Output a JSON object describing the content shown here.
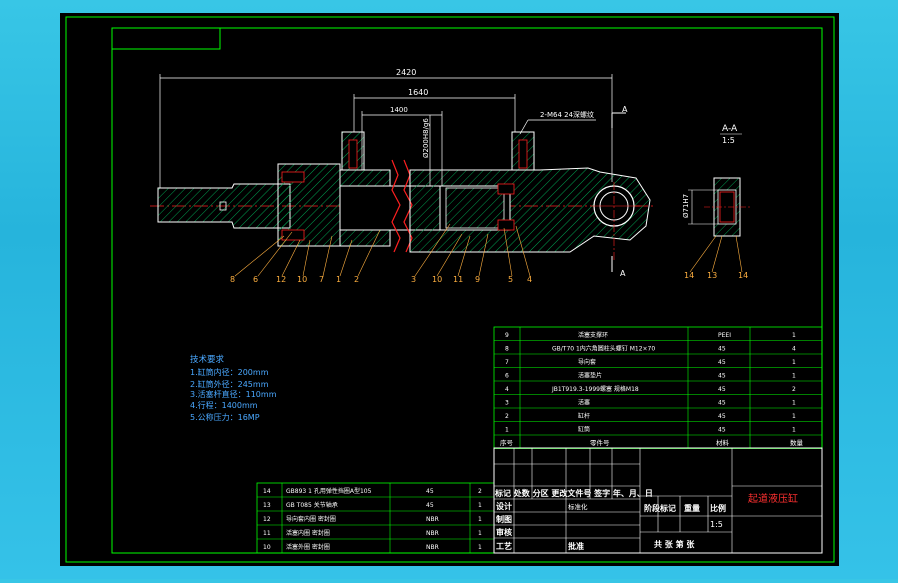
{
  "drawing": {
    "title": "起道液压缸",
    "scale": "1:5",
    "section_label": "A-A",
    "section_scale": "1:5",
    "view_mark": "A",
    "dimensions": {
      "overall": "2420",
      "middle": "1640",
      "inner": "1400",
      "bore": "Ø200H8/g6",
      "thread": "2-M64 24深螺纹",
      "pin_hole": "Ø71H7"
    },
    "balloons_main": [
      "8",
      "6",
      "12",
      "10",
      "7",
      "1",
      "2",
      "3",
      "10",
      "11",
      "9",
      "5",
      "4"
    ],
    "balloons_section": [
      "14",
      "13",
      "14"
    ]
  },
  "tech_requirements": {
    "title": "技术要求",
    "items": [
      "1.缸筒内径：200mm",
      "2.缸筒外径：245mm",
      "3.活塞杆直径：110mm",
      "4.行程：1400mm",
      "5.公称压力：16MP"
    ]
  },
  "bom_upper": {
    "rows": [
      {
        "no": "9",
        "name": "活塞支撑环",
        "spec": "",
        "material": "PEEI",
        "qty": "1"
      },
      {
        "no": "8",
        "name": "GB/T70 1内六角圆柱头螺钉 M12×70",
        "spec": "",
        "material": "45",
        "qty": "4"
      },
      {
        "no": "7",
        "name": "导向套",
        "spec": "",
        "material": "45",
        "qty": "1"
      },
      {
        "no": "6",
        "name": "活塞垫片",
        "spec": "",
        "material": "45",
        "qty": "1"
      },
      {
        "no": "4",
        "name": "JB1T919.3-1999螺塞 规格M18",
        "spec": "",
        "material": "45",
        "qty": "2"
      },
      {
        "no": "3",
        "name": "活塞",
        "spec": "",
        "material": "45",
        "qty": "1"
      },
      {
        "no": "2",
        "name": "缸杆",
        "spec": "",
        "material": "45",
        "qty": "1"
      },
      {
        "no": "1",
        "name": "缸筒",
        "spec": "",
        "material": "45",
        "qty": "1"
      }
    ],
    "header": {
      "no": "序号",
      "name": "零件号",
      "material": "材料",
      "qty": "数量"
    }
  },
  "bom_lower": {
    "rows": [
      {
        "no": "14",
        "name": "GB893 1 孔用弹性挡圈A型105",
        "material": "45",
        "qty": "2"
      },
      {
        "no": "13",
        "name": "GB T085 关节轴承",
        "material": "45",
        "qty": "1"
      },
      {
        "no": "12",
        "name": "导向套内圈 密封圈",
        "material": "NBR",
        "qty": "1"
      },
      {
        "no": "11",
        "name": "活塞内圈 密封圈",
        "material": "NBR",
        "qty": "1"
      },
      {
        "no": "10",
        "name": "活塞外圈 密封圈",
        "material": "NBR",
        "qty": "1"
      }
    ]
  },
  "title_block": {
    "row1": "标记 处数 分区 更改文件号 签字 年、月、日",
    "design": "设计",
    "design_val": "标准化",
    "draw": "制图",
    "check": "审核",
    "process": "工艺",
    "approve": "批准",
    "stage": "阶段标记",
    "weight": "重量",
    "ratio": "比例",
    "ratio_val": "1:5",
    "sheets": "共    张  第    张"
  },
  "colors": {
    "background": "#000000",
    "frame": "#00ff00",
    "outline": "#ffffff",
    "dimension": "#ffffff",
    "hatch": "#00a050",
    "centerline": "#ff2020",
    "balloon": "#ffb040",
    "text_tech": "#4aa8ff",
    "title": "#ff3030"
  }
}
